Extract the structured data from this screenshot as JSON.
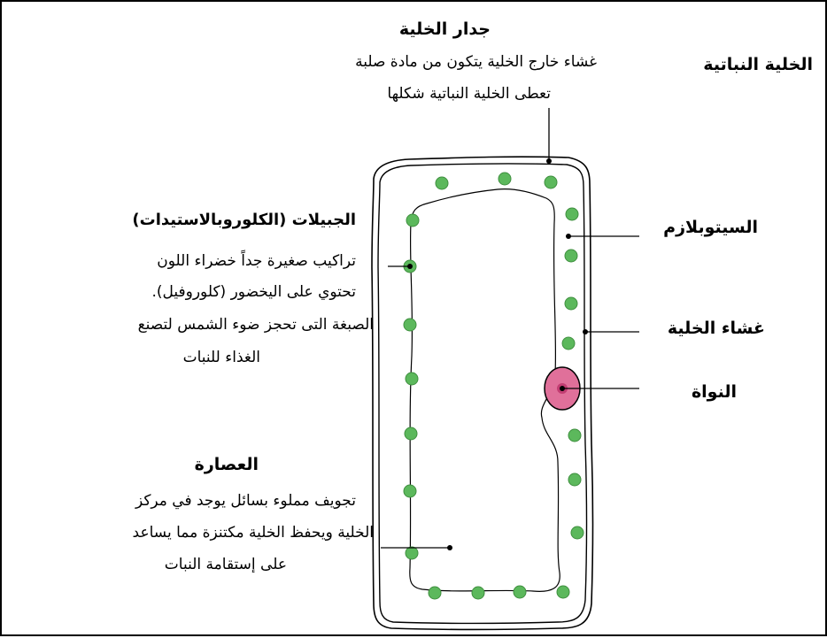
{
  "title": "الخلية النباتية",
  "labels": {
    "cell_wall": {
      "name": "جدار الخلية",
      "desc": [
        "غشاء خارج الخلية يتكون من مادة صلبة",
        "تعطى الخلية النباتية شكلها"
      ]
    },
    "chloroplasts": {
      "name": "الجبيلات (الكلوروبالاستيدات)",
      "desc": [
        "تراكيب صغيرة جداً خضراء اللون",
        "تحتوي على اليخضور (كلوروفيل).",
        "الصبغة التى تحجز ضوء الشمس لتصنع",
        "الغذاء للنبات"
      ]
    },
    "cytoplasm": {
      "name": "السيتوبلازم"
    },
    "cell_membrane": {
      "name": "غشاء الخلية"
    },
    "nucleus": {
      "name": "النواة"
    },
    "vacuole": {
      "name": "العصارة",
      "desc": [
        "تجويف مملوء بسائل يوجد في مركز",
        "الخلية ويحفظ الخلية مكتنزة مما يساعد",
        "على إستقامة النبات"
      ]
    }
  },
  "colors": {
    "chloroplast": "#5cb85c",
    "chloroplast_edge": "#3f8f3f",
    "nucleus": "#e0709a",
    "nucleolus": "#c23d72",
    "line": "#000000"
  }
}
